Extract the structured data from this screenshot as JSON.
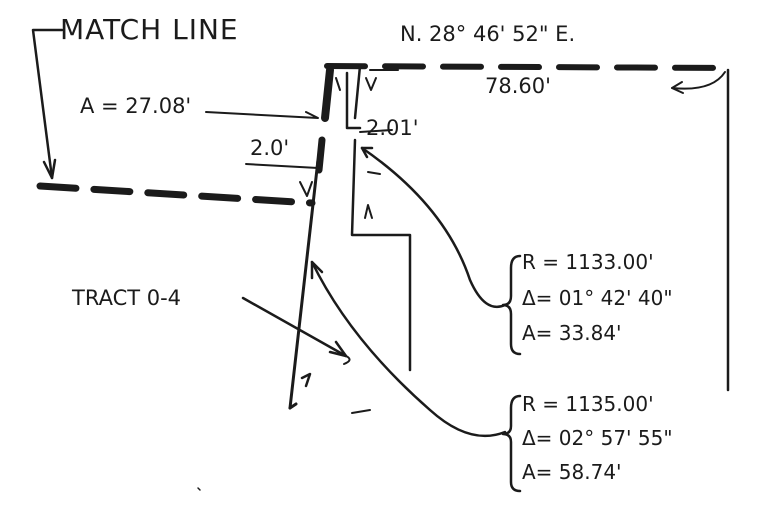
{
  "labels": {
    "match_line": "MATCH LINE",
    "bearing": "N. 28° 46' 52\" E.",
    "bearing_distance": "78.60'",
    "a_top": "A = 27.08'",
    "offset_left": "2.0'",
    "offset_right": "2.01'",
    "tract": "TRACT 0-4"
  },
  "curve1": {
    "r": "R = 1133.00'",
    "delta": "Δ= 01° 42' 40\"",
    "a": "A= 33.84'"
  },
  "curve2": {
    "r": "R = 1135.00'",
    "delta": "Δ= 02° 57' 55\"",
    "a": "A= 58.74'"
  },
  "colors": {
    "ink": "#1b1b1b",
    "paper": "#ffffff"
  }
}
